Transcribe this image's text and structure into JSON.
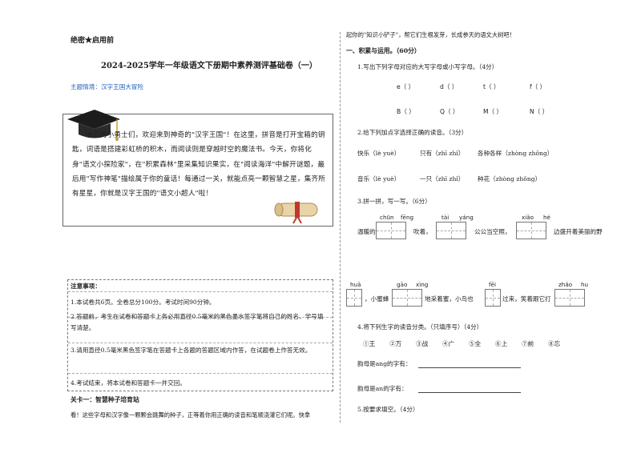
{
  "header": {
    "secret": "绝密★启用前",
    "title": "2024-2025学年一年级语文下册期中素养测评基础卷（一）",
    "theme": "主题情境：汉字王国大冒险"
  },
  "intro": "亲爱的小勇士们，欢迎来到神奇的\"汉字王国\"！在这里，拼音是打开宝箱的钥匙，词语是搭建彩虹桥的积木，而阅读则是穿越时空的魔法书。今天，你将化身\"语文小探险家\"，在\"积累森林\"里采集知识果实，在\"阅读海洋\"中解开谜题，最后用\"写作神笔\"描绘属于你的童话！每通过一关，就能点亮一颗智慧之星，集齐所有星星，你就是汉字王国的\"语文小超人\"啦！",
  "notes": {
    "title": "注意事项：",
    "items": [
      "1.本试卷共6页。全卷总分100分。考试时间90分钟。",
      "2.答题前，考生在试卷和答题卡上务必用直径0.5毫米的黑色墨水签字笔将自己的姓名、学号填写清楚。",
      "3.请用直径0.5毫米黑色签字笔在答题卡上各题的答题区域内作答，在试题卷上作答无效。",
      "4.考试结束，将本试卷和答题卡一并交回。"
    ]
  },
  "level1": {
    "title": "关卡一：智慧种子培育站",
    "text": "看！这些字母和汉字像一颗颗会跳舞的种子，正等着你用正确的读音和笔顺浇灌它们呢。快拿"
  },
  "right": {
    "top_line": "起你的\"知识小铲子\"，帮它们生根发芽，长成参天的语文大树吧！",
    "section": "一、积累与运用。（60分）",
    "q1": {
      "label": "1.写出下列字母对应的大写字母或小写字母。（4分）",
      "row1": [
        "e（    ）",
        "d（    ）",
        "t（    ）",
        "f（    ）"
      ],
      "row2": [
        "B（    ）",
        "Q（    ）",
        "M（    ）",
        "N（    ）"
      ]
    },
    "q2": {
      "label": "2.给下列加点字选择正确的读音。（3分）",
      "row1": [
        "快乐（lè  yuè）",
        "只有（zhī  zhǐ）",
        "各种各样（zhòng  zhǒng）"
      ],
      "row2": [
        "音乐（lè  yuè）",
        "一只（zhī  zhǐ）",
        "种花（zhòng  zhǒng）"
      ]
    },
    "q3": {
      "label": "3.拼一拼，写一写。（6分）",
      "py1": [
        "chūn",
        "fēng",
        "tài",
        "yáng",
        "xiǎo",
        "hé"
      ],
      "t1": [
        "温暖的",
        "吹着，",
        "公公当空照，",
        "边盛开着美丽的野"
      ],
      "py2": [
        "huā",
        "gāo",
        "xìng",
        "fēi",
        "zhǎo",
        "hu"
      ],
      "t2": [
        "，小蜜蜂",
        "地采着蜜，小鸟也",
        "过来，笑着跟它打"
      ]
    },
    "q4": {
      "label": "4.将下列生字的读音分类。（只填序号）（4分）",
      "items": [
        "①王",
        "②万",
        "③战",
        "④广",
        "⑤全",
        "⑥上",
        "⑦前",
        "⑧忘"
      ],
      "ang": "韵母是ang的字有：",
      "an": "韵母是an的字有："
    },
    "q5": {
      "label": "5.按要求填空。（4分）"
    }
  }
}
